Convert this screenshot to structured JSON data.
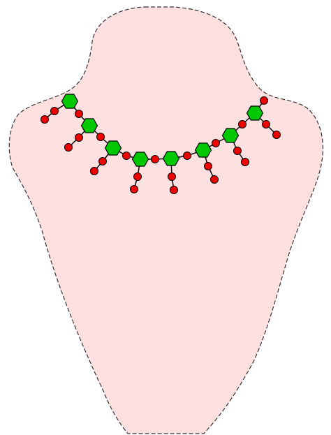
{
  "diagram": {
    "colors": {
      "background": "#ffffff",
      "bust_fill": "#fee0e0",
      "bust_outline": "#333333",
      "ring_fill": "#00c800",
      "ring_stroke": "#000000",
      "atom_fill": "#ee0000",
      "atom_stroke": "#000000",
      "bond": "#000000"
    },
    "ring_count": 8,
    "side_group_count": 8,
    "shapes": {
      "figure": "bust",
      "ring": "hexagon",
      "atom": "circle"
    }
  }
}
